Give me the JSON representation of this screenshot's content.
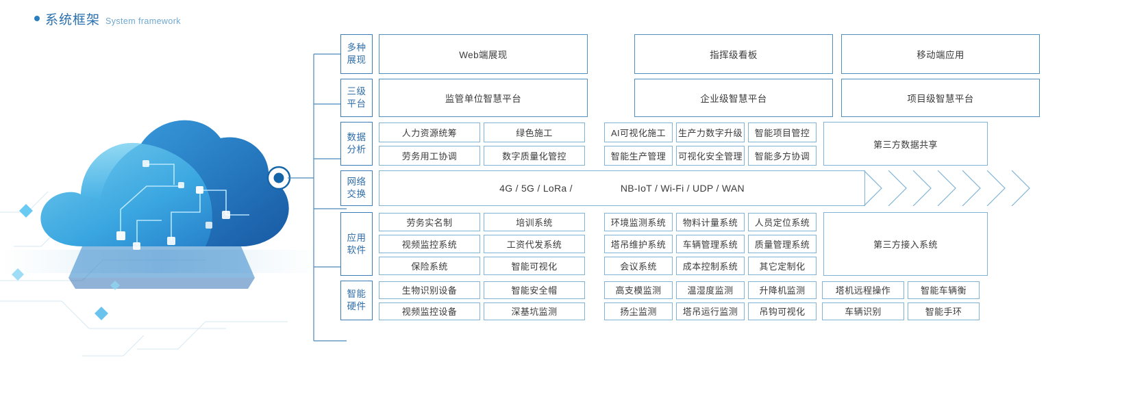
{
  "heading": {
    "cn": "系统框架",
    "en": "System framework",
    "bullet": "bullet-dot"
  },
  "colors": {
    "accent": "#2a7fc1",
    "label_border": "#3a7cb5",
    "cell_border": "#7fb3d5",
    "label_text": "#2f6ea8",
    "cell_text": "#3b3b3b"
  },
  "layers": [
    {
      "id": "presentation",
      "label_lines": [
        "多种",
        "展现"
      ],
      "cells": [
        "Web端展现",
        "指挥级看板",
        "移动端应用"
      ]
    },
    {
      "id": "platform",
      "label_lines": [
        "三级",
        "平台"
      ],
      "cells": [
        "监管单位智慧平台",
        "企业级智慧平台",
        "项目级智慧平台"
      ]
    },
    {
      "id": "data-analysis",
      "label_lines": [
        "数据",
        "分析"
      ],
      "group_a": [
        "人力资源统筹",
        "绿色施工",
        "劳务用工协调",
        "数字质量化管控"
      ],
      "group_b": [
        "AI可视化施工",
        "生产力数字升级",
        "智能项目管控",
        "智能生产管理",
        "可视化安全管理",
        "智能多方协调"
      ],
      "wide": "第三方数据共享"
    },
    {
      "id": "network",
      "label_lines": [
        "网络",
        "交换"
      ],
      "net_left": "4G / 5G / LoRa /",
      "net_right": "NB-IoT / Wi-Fi / UDP / WAN",
      "arrow_count": 7
    },
    {
      "id": "application-software",
      "label_lines": [
        "应用",
        "软件"
      ],
      "group_a": [
        "劳务实名制",
        "培训系统",
        "视频监控系统",
        "工资代发系统",
        "保险系统",
        "智能可视化"
      ],
      "group_b": [
        "环境监测系统",
        "物料计量系统",
        "人员定位系统",
        "塔吊维护系统",
        "车辆管理系统",
        "质量管理系统",
        "会议系统",
        "成本控制系统",
        "其它定制化"
      ],
      "wide": "第三方接入系统"
    },
    {
      "id": "smart-hardware",
      "label_lines": [
        "智能",
        "硬件"
      ],
      "group_a": [
        "生物识别设备",
        "智能安全帽",
        "视频监控设备",
        "深基坑监测"
      ],
      "group_b": [
        "高支模监测",
        "温湿度监测",
        "升降机监测",
        "扬尘监测",
        "塔吊运行监测",
        "吊钩可视化"
      ],
      "group_c": [
        "塔机远程操作",
        "智能车辆衡",
        "车辆识别",
        "智能手环"
      ]
    }
  ]
}
